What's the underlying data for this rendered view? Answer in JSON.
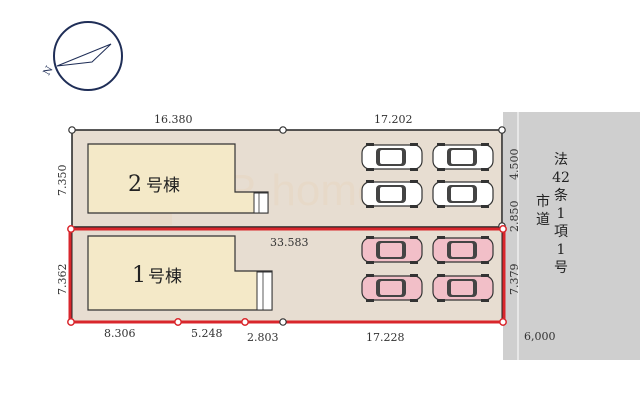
{
  "compass": {
    "label": "N",
    "icon": "north-arrow-icon"
  },
  "watermark": {
    "text": "R-home",
    "color": "#e8d7c3"
  },
  "colors": {
    "lot": "#e7ddd1",
    "building": "#f4e9c8",
    "road": "#cfcfcf",
    "highlight": "#d9262c",
    "car_gray": "#ffffff",
    "car_pink": "#f2bfc8"
  },
  "lots": {
    "lot2": {
      "building_number": "2",
      "building_suffix": "号棟",
      "top_left": "16.380",
      "top_right": "17.202",
      "left": "7.350",
      "right": "4.500",
      "frontage": "2.850"
    },
    "lot1": {
      "building_number": "1",
      "building_suffix": "号棟",
      "diagonal": "33.583",
      "left": "7.362",
      "right": "7.379",
      "bottom": [
        "8.306",
        "5.248",
        "2.803",
        "17.228"
      ],
      "selected": true
    }
  },
  "parking": {
    "lot2_spaces": 4,
    "lot1_spaces": 4
  },
  "road": {
    "label_line1": [
      "法",
      "42",
      "条",
      "1",
      "項",
      "1",
      "号"
    ],
    "label_line2": [
      "市",
      "道"
    ],
    "width": "6,000"
  }
}
